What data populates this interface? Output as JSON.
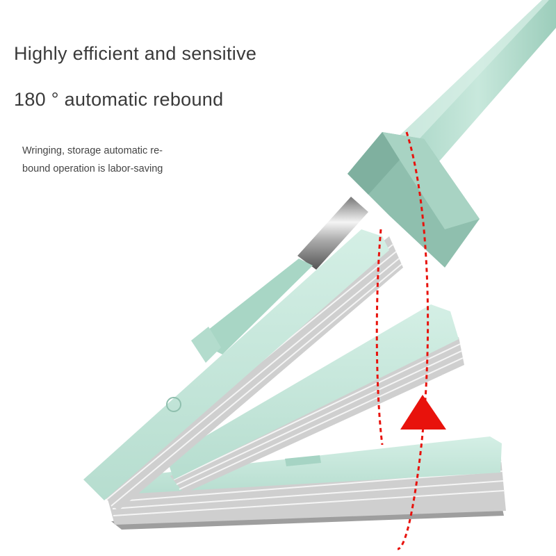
{
  "headline": {
    "line1": "Highly efficient and sensitive",
    "line2": "180 ° automatic rebound"
  },
  "description": {
    "line1": "Wringing, storage automatic re-",
    "line2": "bound operation is labor-saving"
  },
  "colors": {
    "mint": "#bfe3d6",
    "mint_dark": "#9ccfbe",
    "sponge_gray": "#c9c9c9",
    "arrow_red": "#e8120c",
    "text": "#3a3a3a"
  },
  "icons": {
    "rotation_arrow": "red-triangle-up-arrow",
    "rotation_path": "dashed-red-ellipse"
  }
}
